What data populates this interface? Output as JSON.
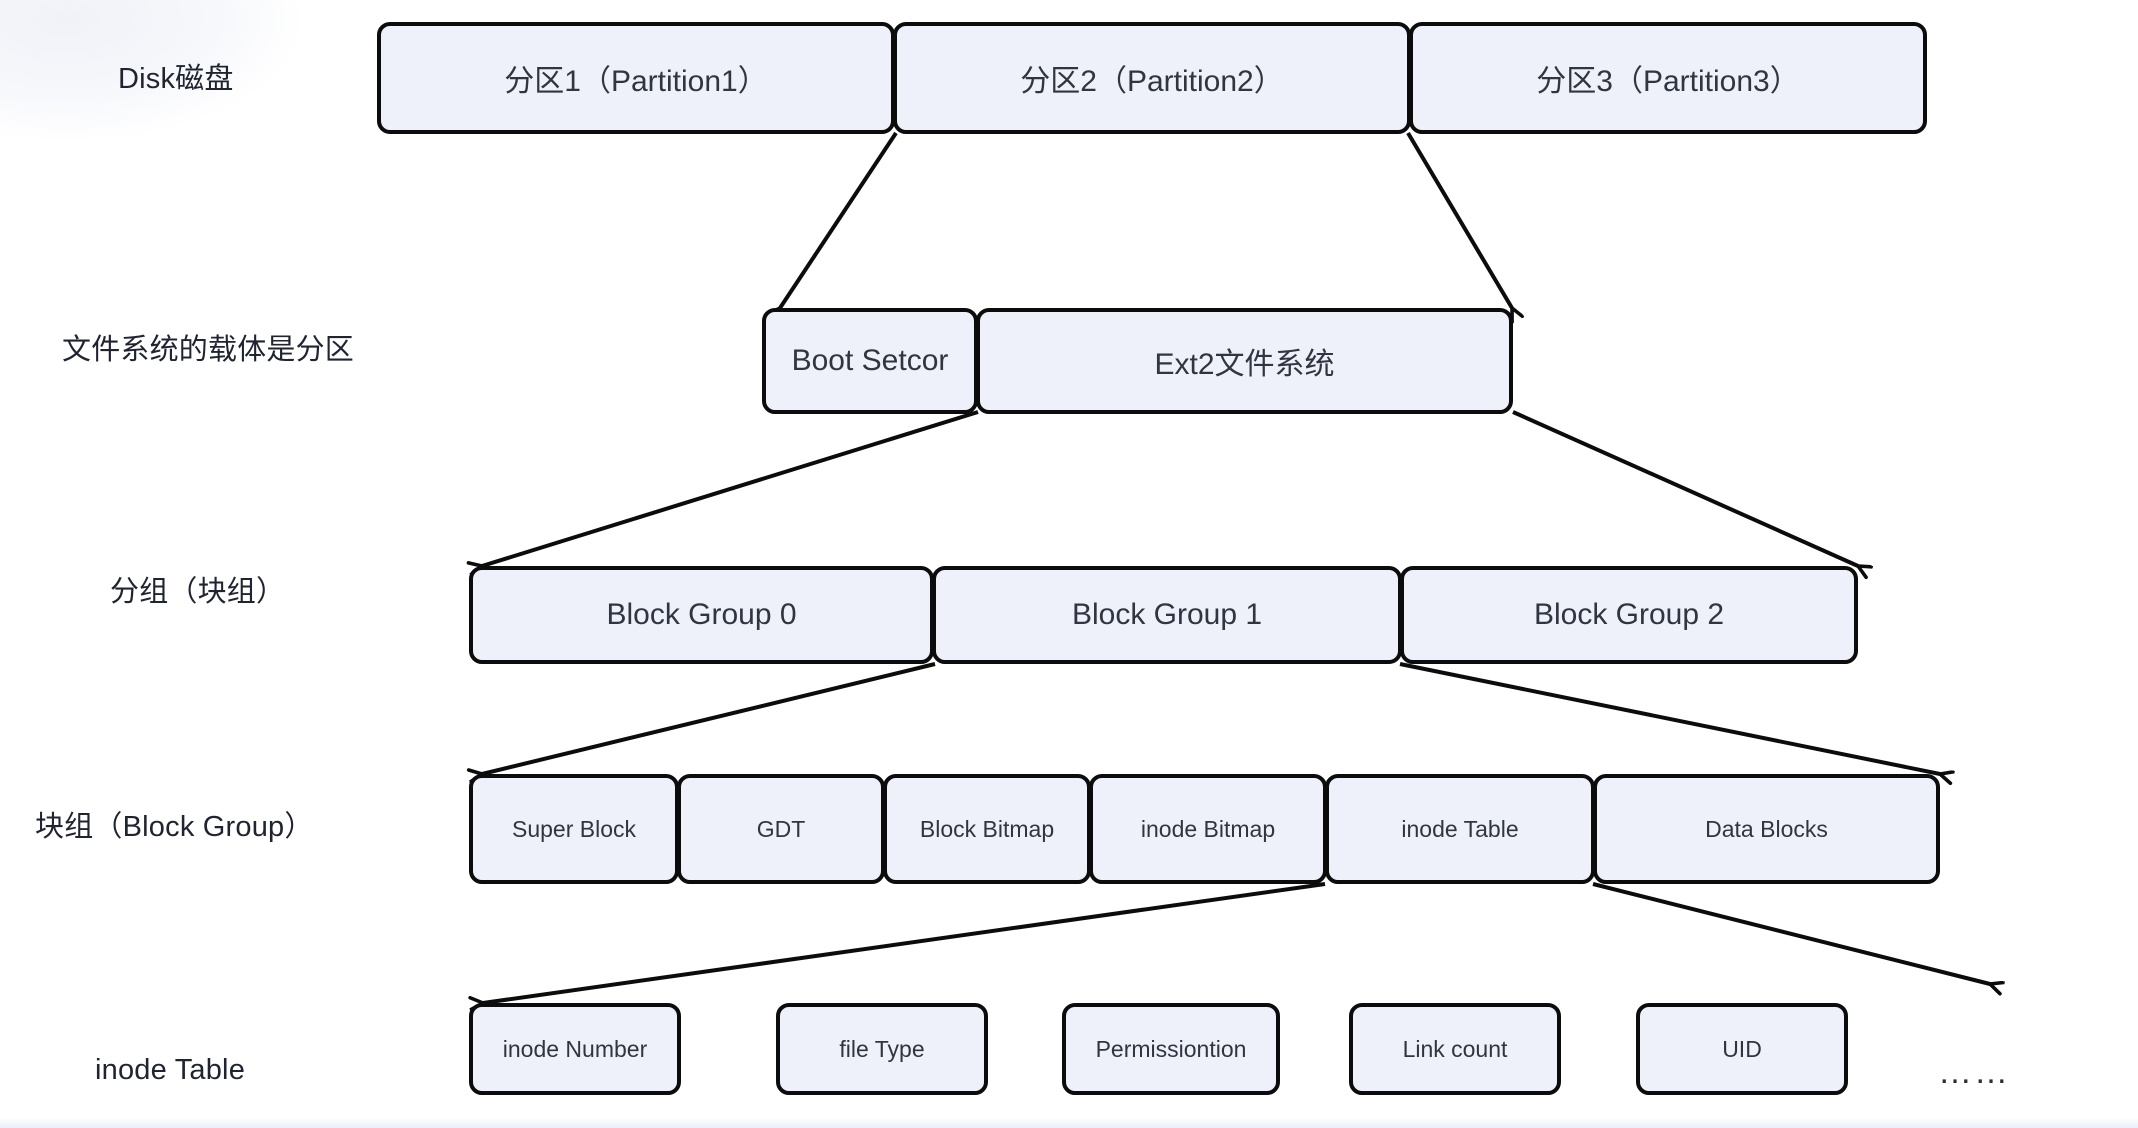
{
  "diagram": {
    "title": "Ext2 filesystem layout hierarchy",
    "colors": {
      "box_fill": "#eef1fa",
      "box_border": "#0c0c0c",
      "text": "#30353f",
      "label_text": "#1f2430",
      "background": "#ffffff"
    },
    "rows": [
      {
        "label": "Disk磁盘",
        "boxes": [
          {
            "label": "分区1（Partition1）"
          },
          {
            "label": "分区2（Partition2）"
          },
          {
            "label": "分区3（Partition3）"
          }
        ]
      },
      {
        "label": "文件系统的载体是分区",
        "boxes": [
          {
            "label": "Boot Setcor"
          },
          {
            "label": "Ext2文件系统"
          }
        ]
      },
      {
        "label": "分组（块组）",
        "boxes": [
          {
            "label": "Block Group 0"
          },
          {
            "label": "Block Group 1"
          },
          {
            "label": "Block Group 2"
          }
        ]
      },
      {
        "label": "块组（Block Group）",
        "boxes": [
          {
            "label": "Super Block"
          },
          {
            "label": "GDT"
          },
          {
            "label": "Block Bitmap"
          },
          {
            "label": "inode Bitmap"
          },
          {
            "label": "inode Table"
          },
          {
            "label": "Data Blocks"
          }
        ]
      },
      {
        "label": "inode Table",
        "boxes": [
          {
            "label": "inode Number"
          },
          {
            "label": "file Type"
          },
          {
            "label": "Permissiontion"
          },
          {
            "label": "Link count"
          },
          {
            "label": "UID"
          }
        ],
        "trailing_ellipsis": "……"
      }
    ]
  }
}
